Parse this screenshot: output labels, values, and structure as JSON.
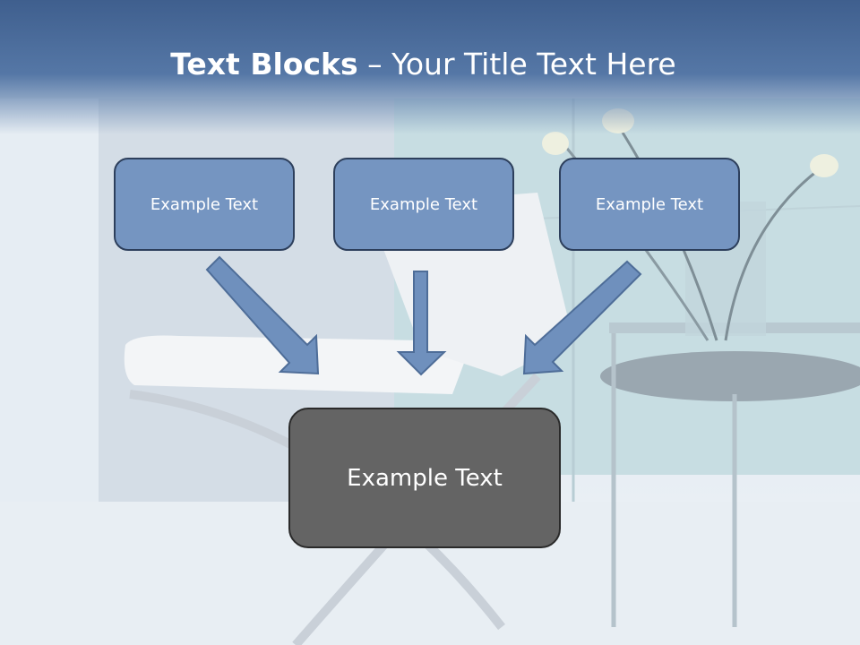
{
  "title": {
    "bold": "Text Blocks",
    "rest": " – Your Title Text Here"
  },
  "boxes": {
    "b1": "Example Text",
    "b2": "Example Text",
    "b3": "Example Text",
    "center": "Example Text"
  },
  "colors": {
    "title_band": "#4a6b9c",
    "box_fill": "#7595c1",
    "box_border": "#2d3f5c",
    "center_fill": "#646464",
    "arrow_fill": "#6f90bd"
  }
}
